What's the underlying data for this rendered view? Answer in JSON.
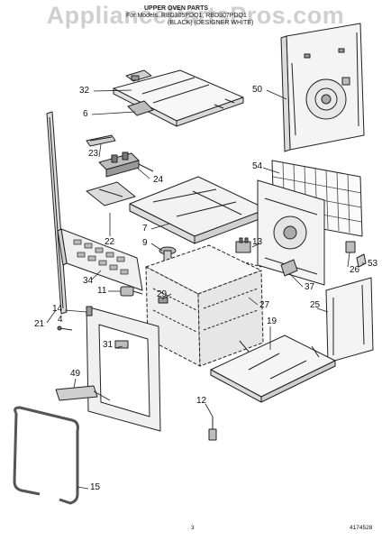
{
  "header": {
    "watermark": "AppliancePartsPros.com",
    "title": "UPPER OVEN PARTS",
    "models": "For Models: RBD305PDQ1, RBD307PDQ1",
    "finish": "(BLACK)  (DESIGNER WHITE)"
  },
  "callouts": {
    "c32": "32",
    "c6": "6",
    "c50": "50",
    "c23": "23",
    "c24": "24",
    "c54": "54",
    "c7": "7",
    "c22": "22",
    "c9": "9",
    "c13": "13",
    "c26": "26",
    "c53": "53",
    "c34": "34",
    "c37": "37",
    "c11": "11",
    "c29": "29",
    "c21": "21",
    "c27": "27",
    "c14": "14",
    "c4": "4",
    "c25": "25",
    "c19": "19",
    "c31": "31",
    "c49": "49",
    "c12": "12",
    "c15": "15"
  },
  "footer": {
    "page": "3",
    "doc_number": "4174528"
  }
}
